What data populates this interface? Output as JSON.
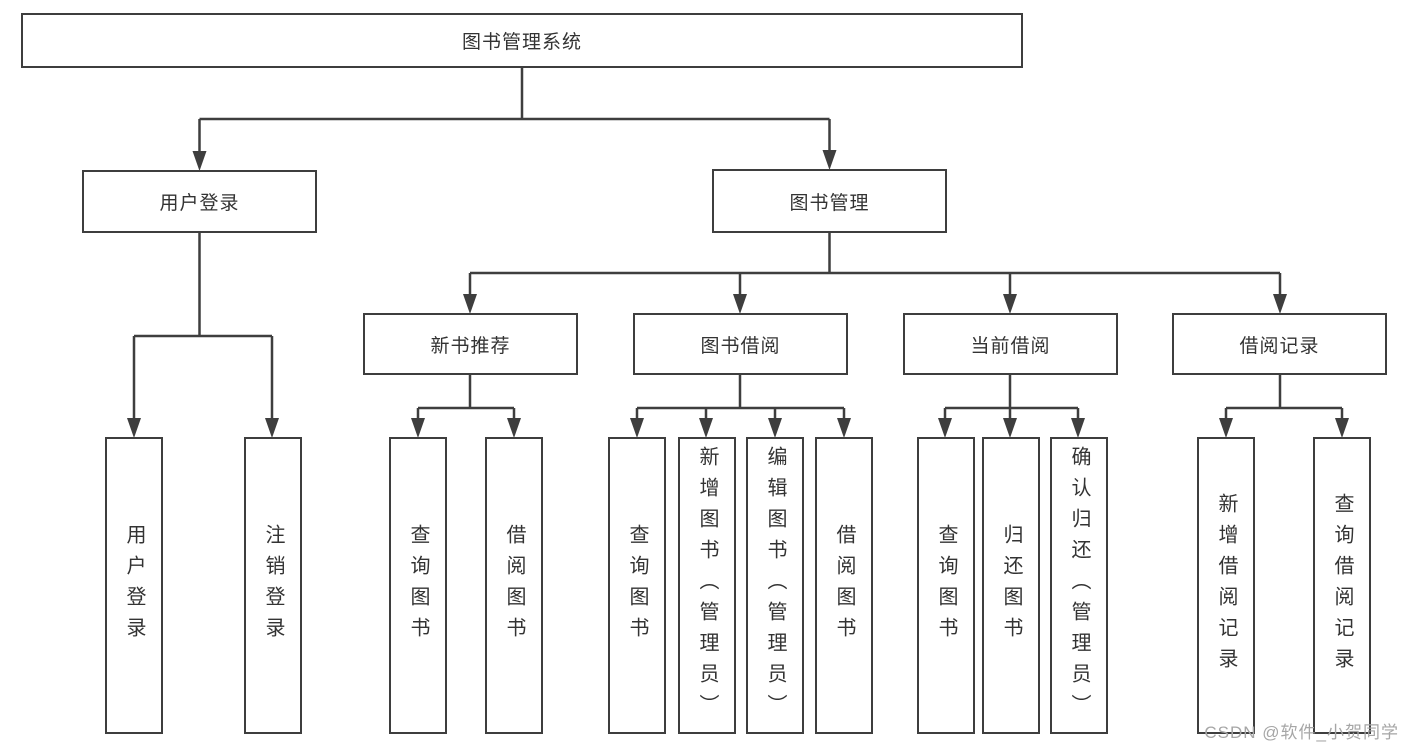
{
  "diagram": {
    "root": {
      "label": "图书管理系统"
    },
    "level2": {
      "user_login": {
        "label": "用户登录"
      },
      "book_mgmt": {
        "label": "图书管理"
      }
    },
    "level3": {
      "new_book_rec": {
        "label": "新书推荐"
      },
      "book_borrow": {
        "label": "图书借阅"
      },
      "current_borrow": {
        "label": "当前借阅"
      },
      "borrow_record": {
        "label": "借阅记录"
      }
    },
    "leaves": {
      "login": {
        "label": "用户登录"
      },
      "logout": {
        "label": "注销登录"
      },
      "rec_query": {
        "label": "查询图书"
      },
      "rec_borrow": {
        "label": "借阅图书"
      },
      "bb_query": {
        "label": "查询图书"
      },
      "bb_add": {
        "label": "新增图书（管理员）"
      },
      "bb_edit": {
        "label": "编辑图书（管理员）"
      },
      "bb_borrow": {
        "label": "借阅图书"
      },
      "cb_query": {
        "label": "查询图书"
      },
      "cb_return": {
        "label": "归还图书"
      },
      "cb_confirm": {
        "label": "确认归还（管理员）"
      },
      "br_add": {
        "label": "新增借阅记录"
      },
      "br_query": {
        "label": "查询借阅记录"
      }
    },
    "watermark": "CSDN @软件_小贺同学",
    "colors": {
      "line": "#3e3e3e",
      "text": "#333333",
      "background": "#ffffff",
      "watermark": "#a6a6a6"
    }
  }
}
